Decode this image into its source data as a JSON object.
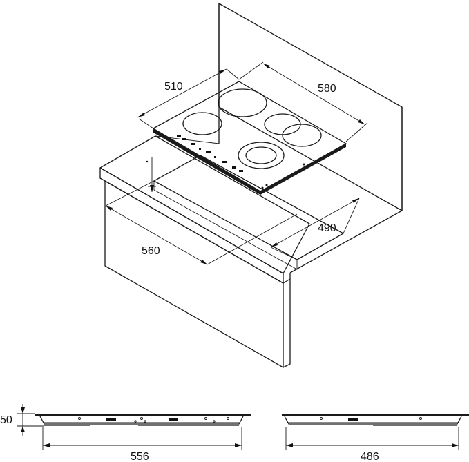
{
  "dimensions": {
    "hob_depth": "510",
    "hob_width": "580",
    "cutout_depth": "490",
    "cutout_width": "560",
    "height": "50",
    "side_width_556": "556",
    "side_width_486": "486"
  },
  "colors": {
    "line": "#1a1a1a",
    "hob_glass": "#ffffff",
    "background": "#ffffff"
  }
}
